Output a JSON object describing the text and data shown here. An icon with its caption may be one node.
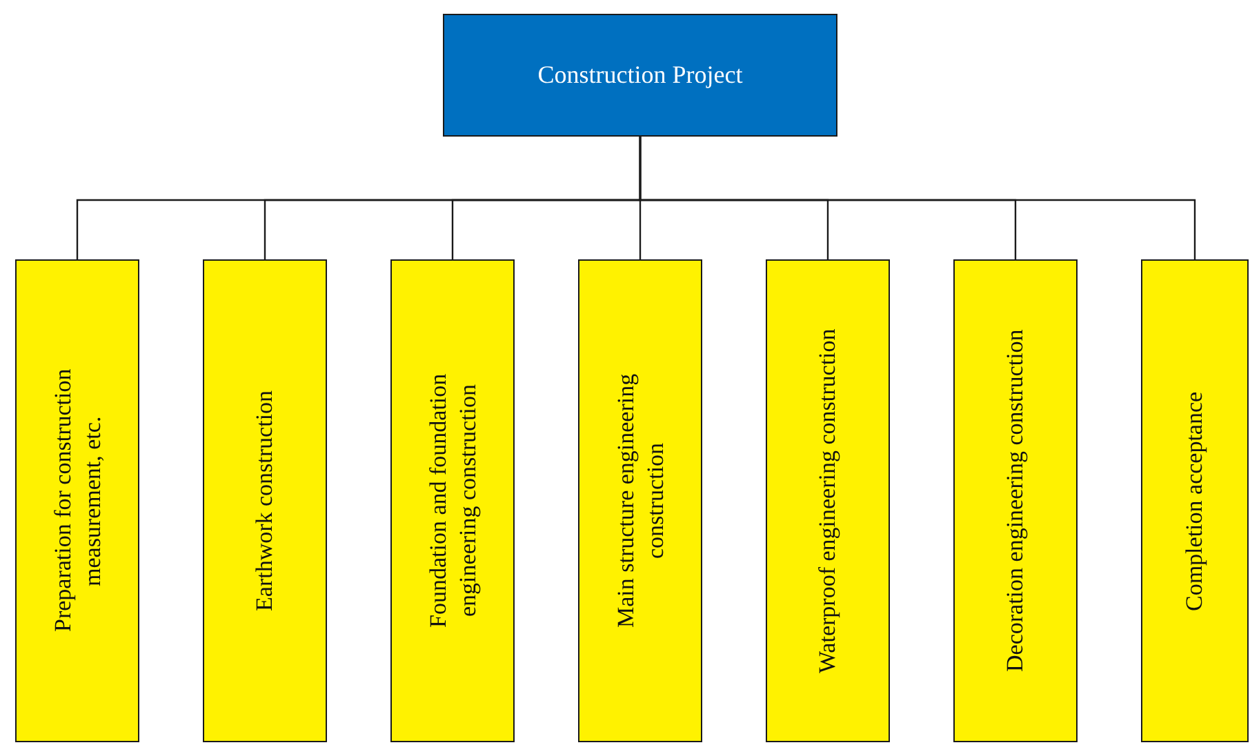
{
  "diagram": {
    "nodes": [
      {
        "text": [
          "Construction Project"
        ]
      },
      {
        "text": [
          "Preparation for construction measurement, etc."
        ]
      },
      {
        "text": [
          "Earthwork construction"
        ]
      },
      {
        "text": [
          "Foundation and foundation engineering construction"
        ]
      },
      {
        "text": [
          "Main structure engineering construction"
        ]
      },
      {
        "text": [
          "Waterproof engineering construction"
        ]
      },
      {
        "text": [
          "Decoration engineering construction"
        ]
      },
      {
        "text": [
          "Completion acceptance"
        ]
      }
    ],
    "edges": [
      {
        "from": 0,
        "to": 1,
        "arrow": "none"
      },
      {
        "from": 0,
        "to": 2,
        "arrow": "none"
      },
      {
        "from": 0,
        "to": 3,
        "arrow": "none"
      },
      {
        "from": 0,
        "to": 4,
        "arrow": "none"
      },
      {
        "from": 0,
        "to": 5,
        "arrow": "none"
      },
      {
        "from": 0,
        "to": 6,
        "arrow": "none"
      },
      {
        "from": 0,
        "to": 7,
        "arrow": "none"
      }
    ]
  }
}
